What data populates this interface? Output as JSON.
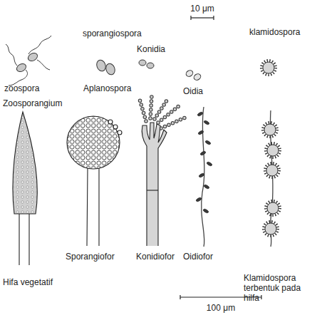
{
  "diagram": {
    "labels": [
      "10 μm",
      "sporangiospora",
      "Konidia",
      "klamidospora",
      "zoospora",
      "Aplanospora",
      "Oidia",
      "Zoosporangium",
      "Sporangiofor",
      "Konidiofor",
      "Oidiofor",
      "Hifa vegetatif",
      "Klamidospora terbentuk pada hilfa",
      "100 μm"
    ]
  }
}
